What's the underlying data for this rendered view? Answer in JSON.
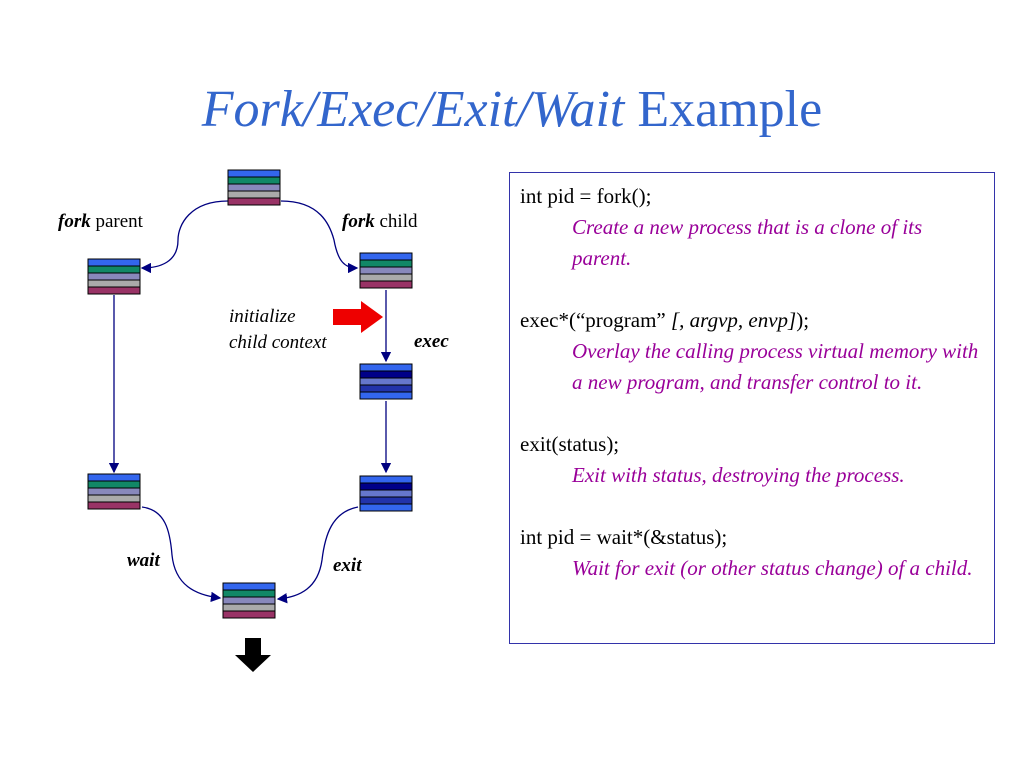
{
  "title": {
    "italic": "Fork/Exec/Exit/Wait",
    "plain": "Example"
  },
  "labels": {
    "fork_parent_bold": "fork",
    "fork_parent_rest": " parent",
    "fork_child_bold": "fork",
    "fork_child_rest": " child",
    "init_line1": "initialize",
    "init_line2": "child context",
    "exec": "exec",
    "wait": "wait",
    "exit": "exit"
  },
  "code": {
    "fork_call": "int pid = fork();",
    "fork_desc": "Create a new process that is a clone of its parent.",
    "exec_call_pre": "exec*(“program” ",
    "exec_call_args": "[, argvp, envp]",
    "exec_call_post": ");",
    "exec_desc": "Overlay the calling process virtual memory with a new program, and transfer control to it.",
    "exit_call": "exit(status);",
    "exit_desc": "Exit with status, destroying the process.",
    "wait_call": "int pid = wait*(&status);",
    "wait_desc": "Wait for exit (or other status change) of a child."
  },
  "colors": {
    "title": "#3366cc",
    "description": "#990099",
    "arrow_red": "#ee0000",
    "line": "#000080"
  }
}
